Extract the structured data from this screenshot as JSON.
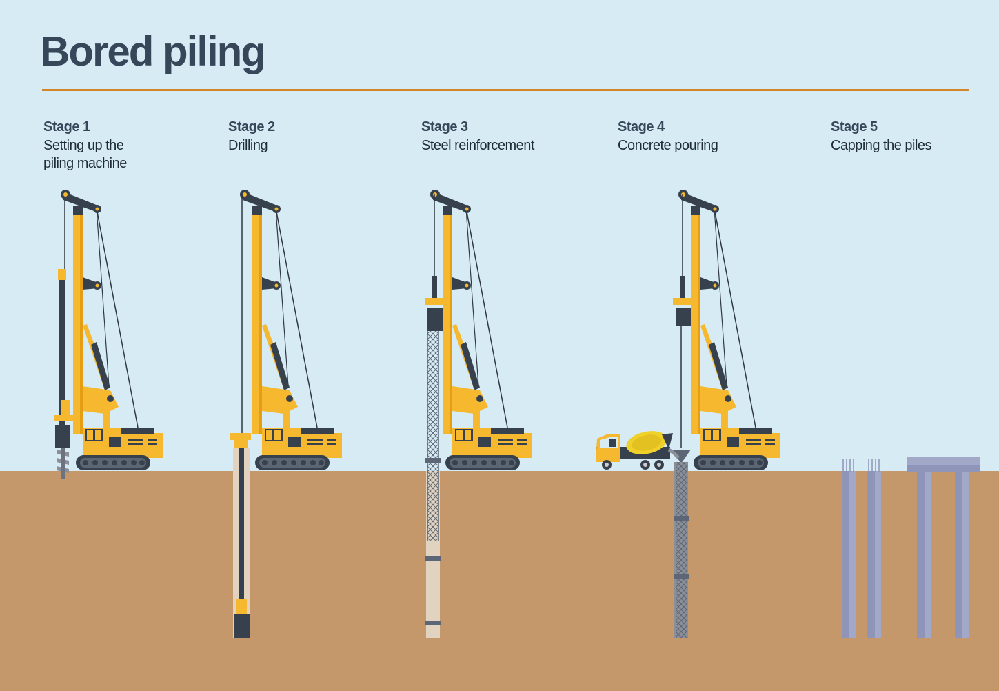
{
  "title": "Bored piling",
  "stages": [
    {
      "label": "Stage 1",
      "desc_lines": [
        "Setting up the",
        "piling machine"
      ]
    },
    {
      "label": "Stage 2",
      "desc_lines": [
        "Drilling"
      ]
    },
    {
      "label": "Stage 3",
      "desc_lines": [
        "Steel reinforcement"
      ]
    },
    {
      "label": "Stage 4",
      "desc_lines": [
        "Concrete pouring"
      ]
    },
    {
      "label": "Stage 5",
      "desc_lines": [
        "Capping the piles"
      ]
    }
  ],
  "colors": {
    "sky": "#d6ebf4",
    "ground": "#c4986a",
    "title": "#37475a",
    "accent_rule": "#d4862a",
    "machine_yellow": "#f5b82e",
    "machine_dark": "#37414d",
    "pile": "#8f95b8"
  }
}
